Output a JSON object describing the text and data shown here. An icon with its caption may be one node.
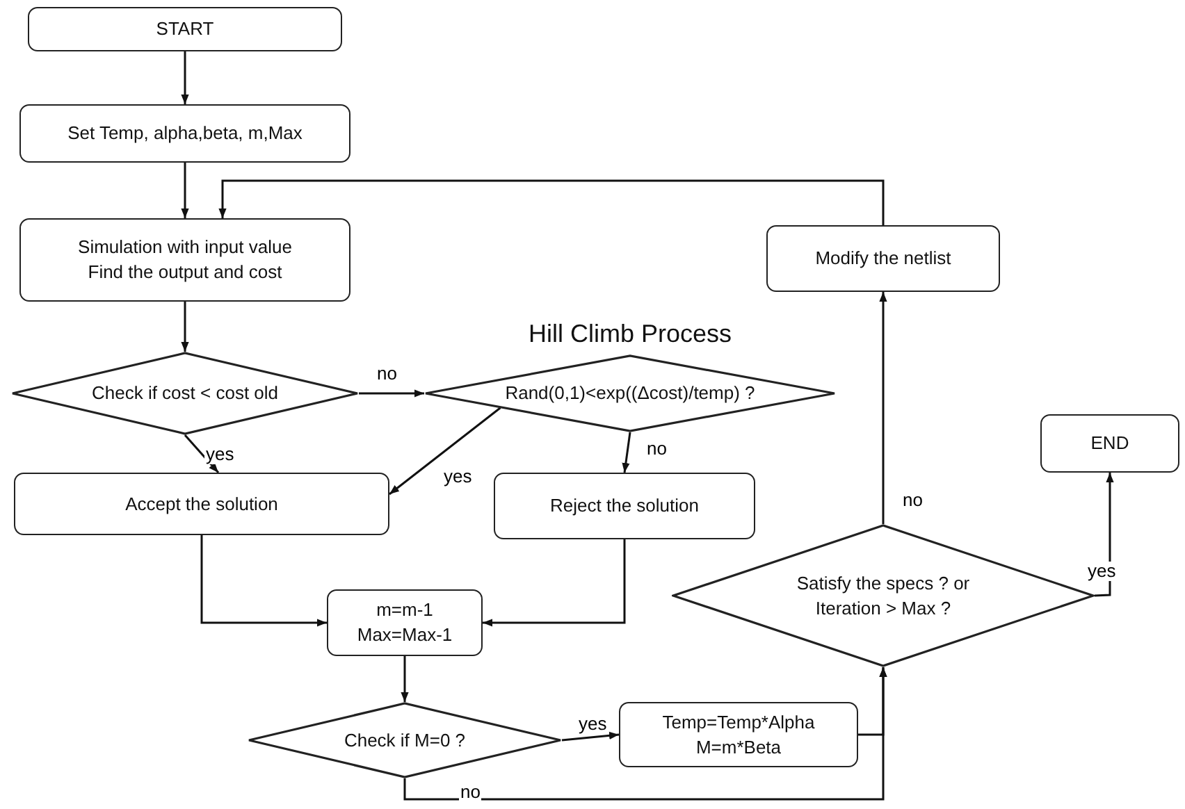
{
  "diagram": {
    "nodes": [
      {
        "text": [
          "START"
        ]
      },
      {
        "text": [
          "Set Temp, alpha,beta, m,Max"
        ]
      },
      {
        "text": [
          "Simulation with input value Find the output and cost"
        ]
      },
      {
        "text": [
          "Check if cost <  cost old"
        ]
      },
      {
        "text": [
          "Hill Climb Process",
          "Rand(0,1)<exp((Δcost)/temp) ?"
        ]
      },
      {
        "text": [
          "Accept the solution"
        ]
      },
      {
        "text": [
          "Reject the solution"
        ]
      },
      {
        "text": [
          "m=m-1 Max=Max-1"
        ]
      },
      {
        "text": [
          "Check if M=0 ?"
        ]
      },
      {
        "text": [
          "Temp=Temp*Alpha M=m*Beta"
        ]
      },
      {
        "text": [
          "Satisfy the specs ? or Iteration > Max ?"
        ]
      },
      {
        "text": [
          "Modify the netlist"
        ]
      },
      {
        "text": [
          "END"
        ]
      }
    ],
    "edges": [
      {
        "from": 0,
        "to": 1,
        "arrow": "to"
      },
      {
        "from": 1,
        "to": 2,
        "arrow": "to"
      },
      {
        "from": 2,
        "to": 3,
        "arrow": "to"
      },
      {
        "from": 3,
        "to": 4,
        "arrow": "to",
        "label": "no"
      },
      {
        "from": 3,
        "to": 5,
        "arrow": "to",
        "label": "yes"
      },
      {
        "from": 4,
        "to": 5,
        "arrow": "to",
        "label": "yes"
      },
      {
        "from": 4,
        "to": 6,
        "arrow": "to",
        "label": "no"
      },
      {
        "from": 5,
        "to": 7,
        "arrow": "to"
      },
      {
        "from": 6,
        "to": 7,
        "arrow": "to"
      },
      {
        "from": 7,
        "to": 8,
        "arrow": "to"
      },
      {
        "from": 8,
        "to": 9,
        "arrow": "to",
        "label": "yes"
      },
      {
        "from": 8,
        "to": 10,
        "arrow": "to",
        "label": "no"
      },
      {
        "from": 9,
        "to": 10,
        "arrow": "to"
      },
      {
        "from": 10,
        "to": 11,
        "arrow": "to",
        "label": "no"
      },
      {
        "from": 10,
        "to": 12,
        "arrow": "to",
        "label": "yes"
      },
      {
        "from": 11,
        "to": 2,
        "arrow": "to"
      }
    ]
  }
}
